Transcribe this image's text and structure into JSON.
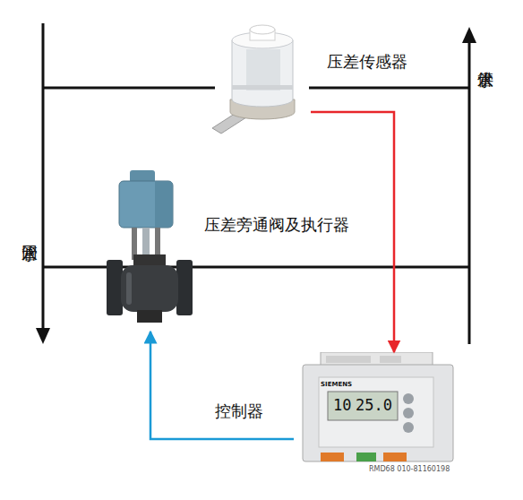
{
  "diagram": {
    "nodes": [
      {
        "text": [
          "压差传感器"
        ]
      },
      {
        "text": [
          "压差旁通阀及执行器"
        ]
      },
      {
        "text": [
          "控制器"
        ]
      }
    ],
    "edges": [
      {
        "from": 0,
        "to": 2,
        "arrow": "to"
      },
      {
        "from": 2,
        "to": 1,
        "arrow": "to"
      }
    ],
    "labels": [
      "供水管",
      "回水管",
      "SIEMENS",
      "10",
      "25.0",
      "RMD68 010-81160198"
    ]
  }
}
